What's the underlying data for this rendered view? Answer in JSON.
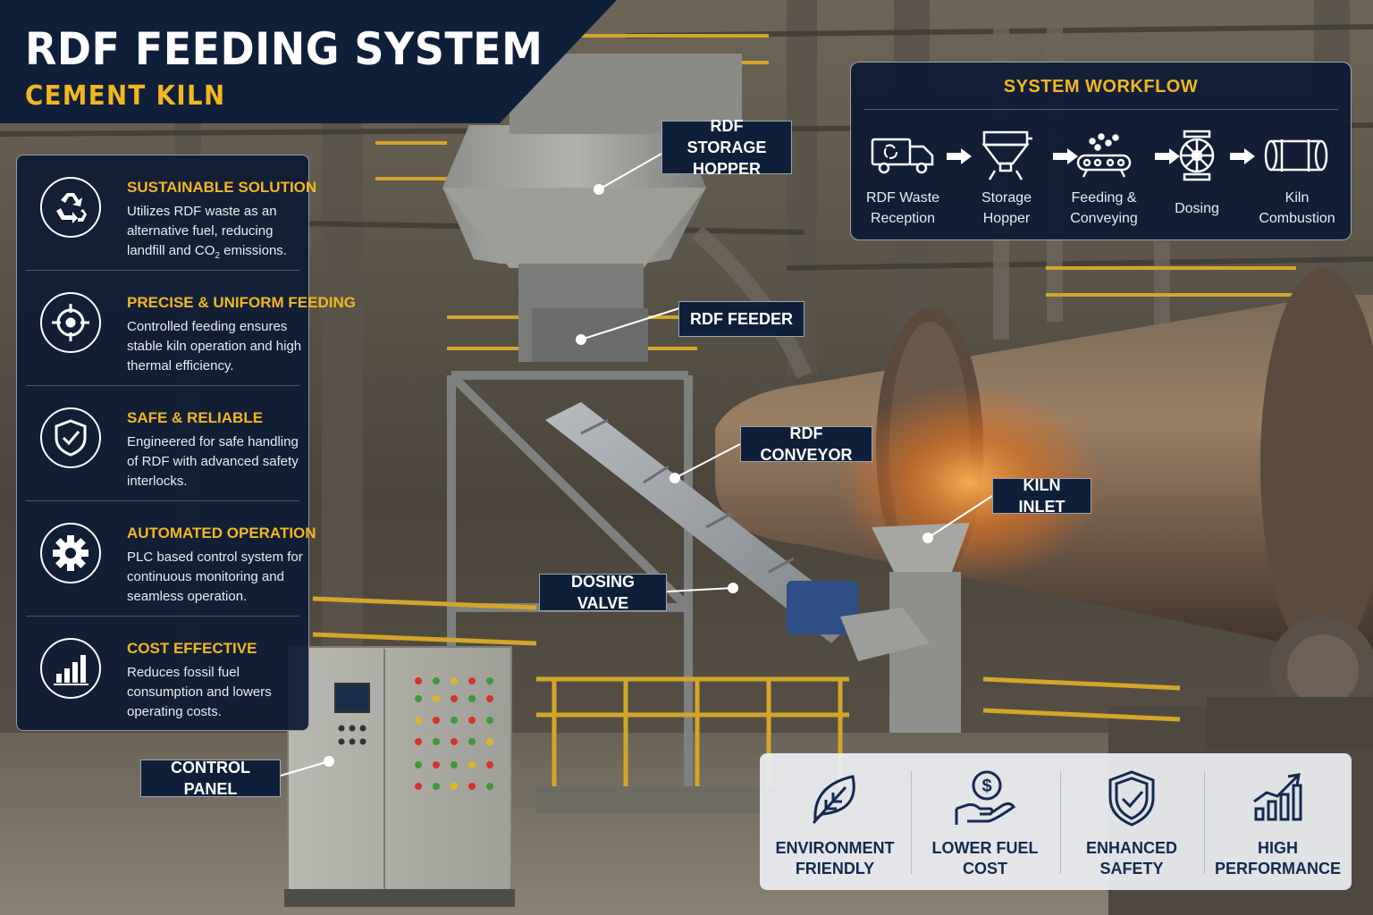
{
  "header": {
    "title": "RDF FEEDING SYSTEM",
    "subtitle": "CEMENT KILN"
  },
  "features": [
    {
      "icon": "recycle-icon",
      "title": "SUSTAINABLE SOLUTION",
      "desc_pre": "Utilizes RDF waste as an alternative fuel, reducing landfill and CO",
      "desc_sub": "2",
      "desc_post": " emissions."
    },
    {
      "icon": "target-icon",
      "title": "PRECISE & UNIFORM FEEDING",
      "desc": "Controlled feeding ensures stable kiln operation and high thermal efficiency."
    },
    {
      "icon": "shield-check-icon",
      "title": "SAFE & RELIABLE",
      "desc": "Engineered for safe handling of RDF with advanced safety interlocks."
    },
    {
      "icon": "gear-icon",
      "title": "AUTOMATED OPERATION",
      "desc": "PLC based control system for continuous monitoring and seamless operation."
    },
    {
      "icon": "bar-chart-icon",
      "title": "COST EFFECTIVE",
      "desc": "Reduces fossil fuel consumption and lowers operating costs."
    }
  ],
  "callouts": {
    "storage_hopper_line1": "RDF STORAGE",
    "storage_hopper_line2": "HOPPER",
    "feeder": "RDF FEEDER",
    "conveyor": "RDF CONVEYOR",
    "kiln_inlet": "KILN INLET",
    "dosing_valve": "DOSING VALVE",
    "control_panel": "CONTROL PANEL"
  },
  "workflow": {
    "title": "SYSTEM WORKFLOW",
    "steps": [
      {
        "icon": "truck-icon",
        "line1": "RDF Waste",
        "line2": "Reception"
      },
      {
        "icon": "hopper-icon",
        "line1": "Storage",
        "line2": "Hopper"
      },
      {
        "icon": "conveyor-icon",
        "line1": "Feeding &",
        "line2": "Conveying"
      },
      {
        "icon": "dosing-valve-icon",
        "line1": "Dosing",
        "line2": ""
      },
      {
        "icon": "kiln-icon",
        "line1": "Kiln",
        "line2": "Combustion"
      }
    ]
  },
  "benefits": [
    {
      "icon": "leaf-icon",
      "line1": "ENVIRONMENT",
      "line2": "FRIENDLY"
    },
    {
      "icon": "money-hand-icon",
      "line1": "LOWER FUEL",
      "line2": "COST"
    },
    {
      "icon": "shield-check-icon",
      "line1": "ENHANCED",
      "line2": "SAFETY"
    },
    {
      "icon": "growth-chart-icon",
      "line1": "HIGH",
      "line2": "PERFORMANCE"
    }
  ],
  "colors": {
    "navy": "#0f1f3a",
    "accent_yellow": "#f2b720",
    "benefit_text": "#132a4f",
    "kiln_glow": "#e0701f"
  }
}
